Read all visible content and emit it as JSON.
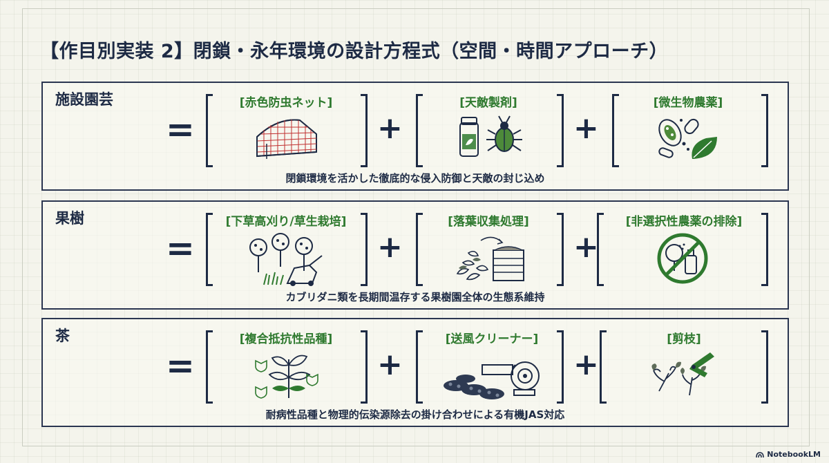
{
  "title": "【作目別実装 2】閉鎖・永年環境の設計方程式（空間・時間アプローチ）",
  "rows": [
    {
      "label": "施設園芸",
      "equals": "=",
      "terms": [
        "[赤色防虫ネット]",
        "[天敵製剤]",
        "[微生物農薬]"
      ],
      "icons": [
        "greenhouse-net-icon",
        "beneficial-insect-bottle-icon",
        "microbe-leaf-icon"
      ],
      "caption": "閉鎖環境を活かした徹底的な侵入防御と天敵の封じ込め"
    },
    {
      "label": "果樹",
      "equals": "=",
      "terms": [
        "[下草高刈り/草生栽培]",
        "[落葉収集処理]",
        "[非選択性農薬の排除]"
      ],
      "icons": [
        "orchard-mower-icon",
        "leaf-compost-icon",
        "no-spray-icon"
      ],
      "caption": "カブリダニ類を長期間温存する果樹園全体の生態系維持"
    },
    {
      "label": "茶",
      "equals": "=",
      "terms": [
        "[複合抵抗性品種]",
        "[送風クリーナー]",
        "[剪枝]"
      ],
      "icons": [
        "resistant-tea-plant-icon",
        "blower-cleaner-icon",
        "pruning-shears-icon"
      ],
      "caption": "耐病性品種と物理的伝染源除去の掛け合わせによる有機JAS対応"
    }
  ],
  "plus_sign": "+",
  "logo": "NotebookLM",
  "colors": {
    "navy": "#1d2a44",
    "green": "#2f7a2f",
    "red": "#c03030",
    "background": "#f4f4ec"
  }
}
